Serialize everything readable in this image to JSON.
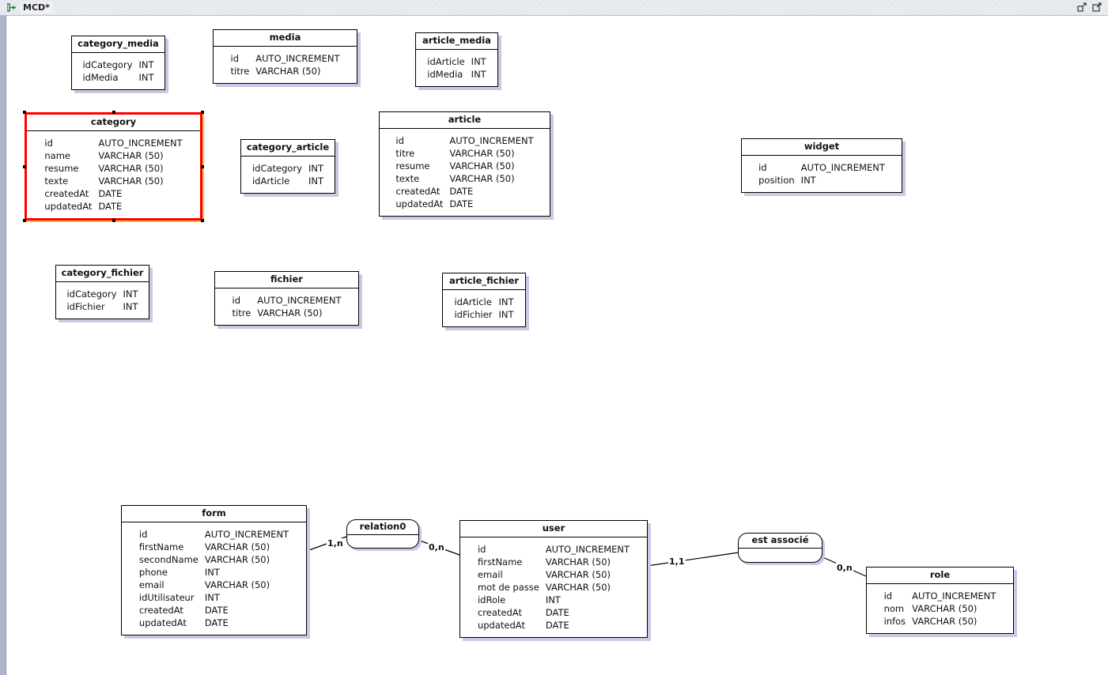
{
  "window": {
    "title": "MCD*",
    "icons": [
      "diagram-tab-icon",
      "restore-icon",
      "maximize-icon"
    ]
  },
  "entities": [
    {
      "id": "category_media",
      "title": "category_media",
      "fields": [
        [
          "idCategory",
          "INT"
        ],
        [
          "idMedia",
          "INT"
        ]
      ]
    },
    {
      "id": "media",
      "title": "media",
      "fields": [
        [
          "id",
          "AUTO_INCREMENT"
        ],
        [
          "titre",
          "VARCHAR (50)"
        ]
      ]
    },
    {
      "id": "article_media",
      "title": "article_media",
      "fields": [
        [
          "idArticle",
          "INT"
        ],
        [
          "idMedia",
          "INT"
        ]
      ]
    },
    {
      "id": "category",
      "title": "category",
      "selected": true,
      "fields": [
        [
          "id",
          "AUTO_INCREMENT"
        ],
        [
          "name",
          "VARCHAR (50)"
        ],
        [
          "resume",
          "VARCHAR (50)"
        ],
        [
          "texte",
          "VARCHAR (50)"
        ],
        [
          "createdAt",
          "DATE"
        ],
        [
          "updatedAt",
          "DATE"
        ]
      ]
    },
    {
      "id": "category_article",
      "title": "category_article",
      "fields": [
        [
          "idCategory",
          "INT"
        ],
        [
          "idArticle",
          "INT"
        ]
      ]
    },
    {
      "id": "article",
      "title": "article",
      "fields": [
        [
          "id",
          "AUTO_INCREMENT"
        ],
        [
          "titre",
          "VARCHAR (50)"
        ],
        [
          "resume",
          "VARCHAR (50)"
        ],
        [
          "texte",
          "VARCHAR (50)"
        ],
        [
          "createdAt",
          "DATE"
        ],
        [
          "updatedAt",
          "DATE"
        ]
      ]
    },
    {
      "id": "widget",
      "title": "widget",
      "fields": [
        [
          "id",
          "AUTO_INCREMENT"
        ],
        [
          "position",
          "INT"
        ]
      ]
    },
    {
      "id": "category_fichier",
      "title": "category_fichier",
      "fields": [
        [
          "idCategory",
          "INT"
        ],
        [
          "idFichier",
          "INT"
        ]
      ]
    },
    {
      "id": "fichier",
      "title": "fichier",
      "fields": [
        [
          "id",
          "AUTO_INCREMENT"
        ],
        [
          "titre",
          "VARCHAR (50)"
        ]
      ]
    },
    {
      "id": "article_fichier",
      "title": "article_fichier",
      "fields": [
        [
          "idArticle",
          "INT"
        ],
        [
          "idFichier",
          "INT"
        ]
      ]
    },
    {
      "id": "form",
      "title": "form",
      "fields": [
        [
          "id",
          "AUTO_INCREMENT"
        ],
        [
          "firstName",
          "VARCHAR (50)"
        ],
        [
          "secondName",
          "VARCHAR (50)"
        ],
        [
          "phone",
          "INT"
        ],
        [
          "email",
          "VARCHAR (50)"
        ],
        [
          "idUtilisateur",
          "INT"
        ],
        [
          "createdAt",
          "DATE"
        ],
        [
          "updatedAt",
          "DATE"
        ]
      ]
    },
    {
      "id": "user",
      "title": "user",
      "fields": [
        [
          "id",
          "AUTO_INCREMENT"
        ],
        [
          "firstName",
          "VARCHAR (50)"
        ],
        [
          "email",
          "VARCHAR (50)"
        ],
        [
          "mot de passe",
          "VARCHAR (50)"
        ],
        [
          "idRole",
          "INT"
        ],
        [
          "createdAt",
          "DATE"
        ],
        [
          "updatedAt",
          "DATE"
        ]
      ]
    },
    {
      "id": "role",
      "title": "role",
      "fields": [
        [
          "id",
          "AUTO_INCREMENT"
        ],
        [
          "nom",
          "VARCHAR (50)"
        ],
        [
          "infos",
          "VARCHAR (50)"
        ]
      ]
    }
  ],
  "associations": [
    {
      "id": "relation0",
      "title": "relation0"
    },
    {
      "id": "est_associe",
      "title": "est associé"
    }
  ],
  "links": [
    {
      "id": "form-relation0",
      "label": "1,n"
    },
    {
      "id": "relation0-user",
      "label": "0,n"
    },
    {
      "id": "user-est_associe",
      "label": "1,1"
    },
    {
      "id": "est_associe-role",
      "label": "0,n"
    }
  ]
}
